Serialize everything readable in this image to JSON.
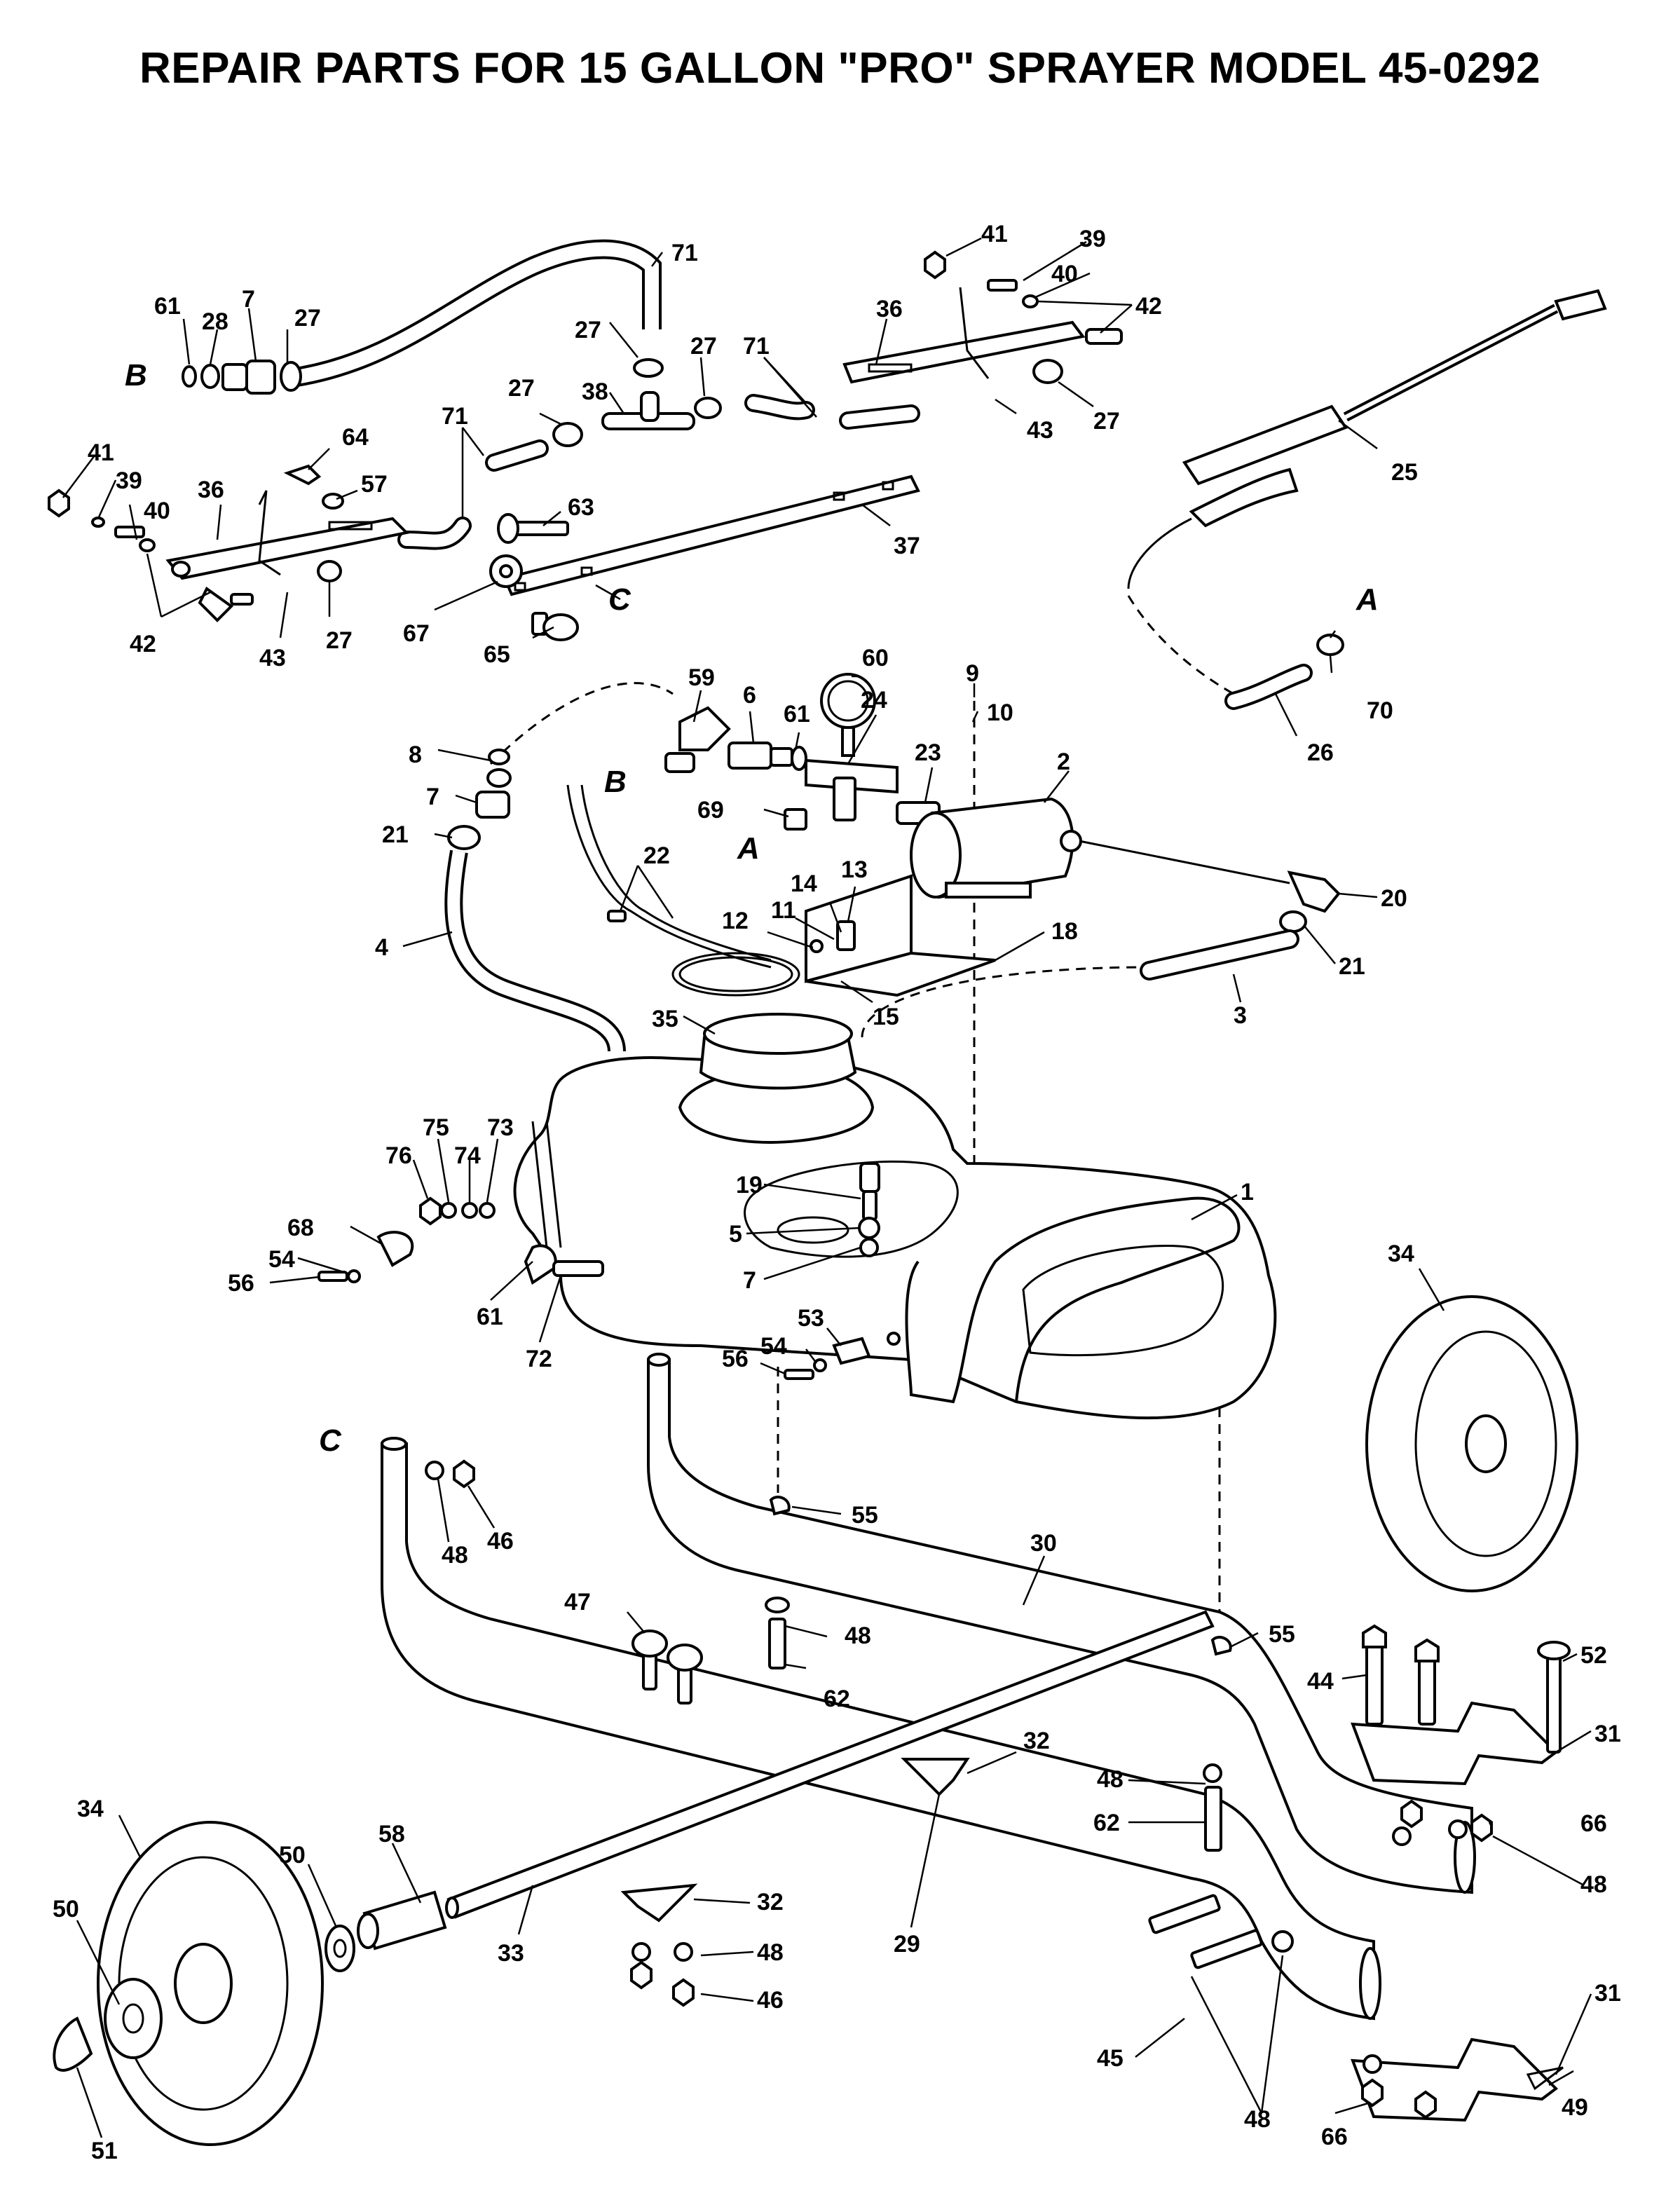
{
  "title": "REPAIR PARTS FOR 15 GALLON \"PRO\" SPRAYER  MODEL 45-0292",
  "ref_letters": {
    "A": "A",
    "B": "B",
    "C": "C"
  },
  "callouts": [
    "71",
    "41",
    "39",
    "40",
    "42",
    "61",
    "28",
    "7",
    "27",
    "36",
    "27",
    "27",
    "71",
    "B",
    "27",
    "38",
    "43",
    "27",
    "41",
    "64",
    "39",
    "57",
    "71",
    "63",
    "37",
    "25",
    "40",
    "36",
    "42",
    "43",
    "27",
    "67",
    "C",
    "65",
    "A",
    "70",
    "26",
    "60",
    "59",
    "9",
    "6",
    "10",
    "61",
    "24",
    "8",
    "23",
    "2",
    "B",
    "7",
    "69",
    "21",
    "A",
    "20",
    "22",
    "13",
    "14",
    "11",
    "12",
    "18",
    "21",
    "4",
    "15",
    "3",
    "35",
    "75",
    "73",
    "76",
    "74",
    "68",
    "19",
    "54",
    "5",
    "56",
    "7",
    "1",
    "34",
    "53",
    "61",
    "72",
    "54",
    "56",
    "55",
    "C",
    "30",
    "46",
    "48",
    "55",
    "47",
    "48",
    "52",
    "44",
    "62",
    "31",
    "32",
    "48",
    "34",
    "62",
    "66",
    "58",
    "50",
    "48",
    "50",
    "32",
    "33",
    "29",
    "48",
    "31",
    "46",
    "45",
    "49",
    "51",
    "48",
    "66"
  ]
}
